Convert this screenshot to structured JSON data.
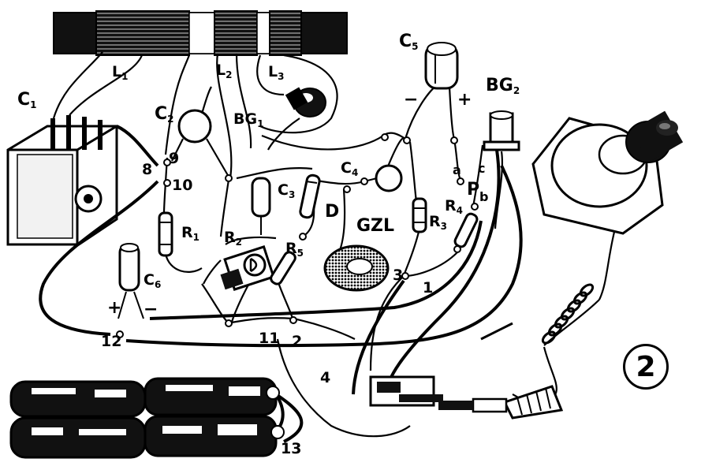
{
  "figure_number": "2",
  "components": {
    "L1": {
      "letter": "L",
      "sub": "1"
    },
    "L2": {
      "letter": "L",
      "sub": "2"
    },
    "L3": {
      "letter": "L",
      "sub": "3"
    },
    "C1": {
      "letter": "C",
      "sub": "1"
    },
    "C2": {
      "letter": "C",
      "sub": "2"
    },
    "C3": {
      "letter": "C",
      "sub": "3"
    },
    "C4": {
      "letter": "C",
      "sub": "4"
    },
    "C5": {
      "letter": "C",
      "sub": "5"
    },
    "C6": {
      "letter": "C",
      "sub": "6"
    },
    "BG1": {
      "letter": "BG",
      "sub": "1"
    },
    "BG2": {
      "letter": "BG",
      "sub": "2"
    },
    "R1": {
      "letter": "R",
      "sub": "1"
    },
    "R2": {
      "letter": "R",
      "sub": "2"
    },
    "R3": {
      "letter": "R",
      "sub": "3"
    },
    "R4": {
      "letter": "R",
      "sub": "4"
    },
    "R5": {
      "letter": "R",
      "sub": "5"
    },
    "D": "D",
    "GZL": "GZL",
    "P": "P"
  },
  "pot_marks": {
    "a": "a",
    "b": "b",
    "c": "c"
  },
  "polarity": {
    "c5_minus": "−",
    "c5_plus": "+",
    "c6_plus": "+",
    "c6_minus": "−"
  },
  "nodes": [
    "1",
    "2",
    "3",
    "4",
    "8",
    "9",
    "10",
    "11",
    "12",
    "13"
  ]
}
